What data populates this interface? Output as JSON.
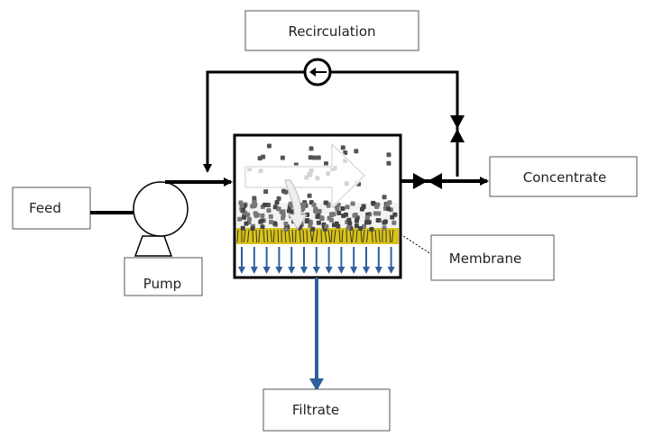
{
  "diagram": {
    "title": "Cross-flow membrane filtration process",
    "labels": {
      "recirculation": "Recirculation",
      "feed": "Feed",
      "pump": "Pump",
      "concentrate": "Concentrate",
      "membrane": "Membrane",
      "filtrate": "Filtrate"
    },
    "colors": {
      "line": "#000000",
      "filtrate_arrow": "#2e5f9e",
      "membrane": "#d9c21a",
      "particle": "#555555"
    }
  }
}
